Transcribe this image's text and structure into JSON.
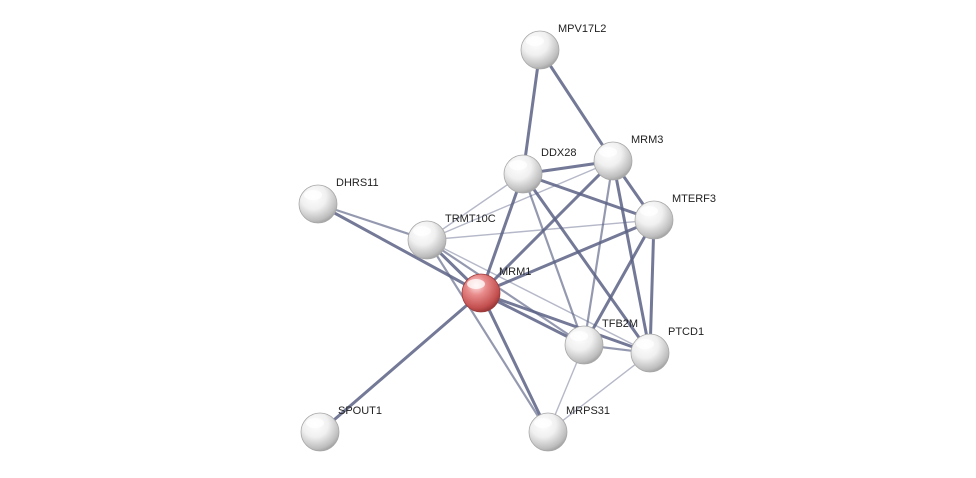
{
  "network": {
    "query_node": "MRM1",
    "colors": {
      "query": "#d9706f",
      "node": "#e8e8e8",
      "edge": "#5a6284"
    },
    "nodes": [
      {
        "id": "MPV17L2",
        "label": "MPV17L2"
      },
      {
        "id": "DDX28",
        "label": "DDX28"
      },
      {
        "id": "MRM3",
        "label": "MRM3"
      },
      {
        "id": "DHRS11",
        "label": "DHRS11"
      },
      {
        "id": "MTERF3",
        "label": "MTERF3"
      },
      {
        "id": "TRMT10C",
        "label": "TRMT10C"
      },
      {
        "id": "MRM1",
        "label": "MRM1"
      },
      {
        "id": "TFB2M",
        "label": "TFB2M"
      },
      {
        "id": "PTCD1",
        "label": "PTCD1"
      },
      {
        "id": "SPOUT1",
        "label": "SPOUT1"
      },
      {
        "id": "MRPS31",
        "label": "MRPS31"
      }
    ],
    "edges": [
      {
        "source": "MPV17L2",
        "target": "DDX28",
        "weight": 3
      },
      {
        "source": "MPV17L2",
        "target": "MRM3",
        "weight": 3
      },
      {
        "source": "DDX28",
        "target": "MRM3",
        "weight": 3
      },
      {
        "source": "DDX28",
        "target": "MTERF3",
        "weight": 3
      },
      {
        "source": "DDX28",
        "target": "TRMT10C",
        "weight": 1
      },
      {
        "source": "DDX28",
        "target": "MRM1",
        "weight": 3
      },
      {
        "source": "DDX28",
        "target": "TFB2M",
        "weight": 2
      },
      {
        "source": "DDX28",
        "target": "PTCD1",
        "weight": 3
      },
      {
        "source": "MRM3",
        "target": "MTERF3",
        "weight": 3
      },
      {
        "source": "MRM3",
        "target": "TRMT10C",
        "weight": 1
      },
      {
        "source": "MRM3",
        "target": "MRM1",
        "weight": 3
      },
      {
        "source": "MRM3",
        "target": "TFB2M",
        "weight": 2
      },
      {
        "source": "MRM3",
        "target": "PTCD1",
        "weight": 3
      },
      {
        "source": "MTERF3",
        "target": "TRMT10C",
        "weight": 1
      },
      {
        "source": "MTERF3",
        "target": "MRM1",
        "weight": 3
      },
      {
        "source": "MTERF3",
        "target": "TFB2M",
        "weight": 3
      },
      {
        "source": "MTERF3",
        "target": "PTCD1",
        "weight": 3
      },
      {
        "source": "DHRS11",
        "target": "TRMT10C",
        "weight": 2
      },
      {
        "source": "DHRS11",
        "target": "MRM1",
        "weight": 3
      },
      {
        "source": "TRMT10C",
        "target": "MRM1",
        "weight": 3
      },
      {
        "source": "TRMT10C",
        "target": "TFB2M",
        "weight": 2
      },
      {
        "source": "TRMT10C",
        "target": "PTCD1",
        "weight": 1
      },
      {
        "source": "MRM1",
        "target": "TFB2M",
        "weight": 3
      },
      {
        "source": "MRM1",
        "target": "PTCD1",
        "weight": 3
      },
      {
        "source": "MRM1",
        "target": "SPOUT1",
        "weight": 3
      },
      {
        "source": "MRM1",
        "target": "MRPS31",
        "weight": 3
      },
      {
        "source": "TFB2M",
        "target": "PTCD1",
        "weight": 2
      },
      {
        "source": "TFB2M",
        "target": "MRPS31",
        "weight": 1
      },
      {
        "source": "PTCD1",
        "target": "MRPS31",
        "weight": 1
      },
      {
        "source": "TRMT10C",
        "target": "MRPS31",
        "weight": 2
      }
    ]
  }
}
